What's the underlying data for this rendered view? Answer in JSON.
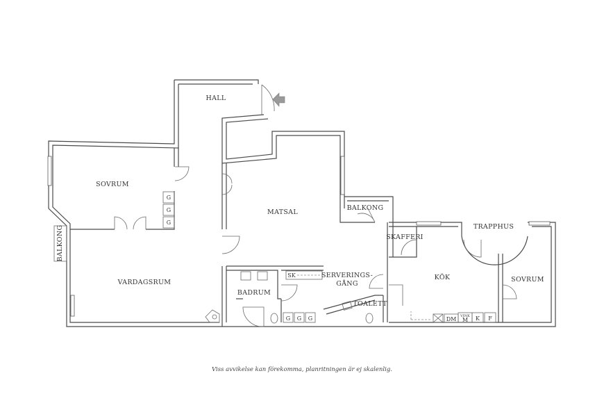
{
  "rooms": {
    "hall": "HALL",
    "sovrum_left": "SOVRUM",
    "matsal": "MATSAL",
    "balkong_top": "BALKONG",
    "balkong_left": "BALKONG",
    "vardagsrum": "VARDAGSRUM",
    "badrum": "BADRUM",
    "serveringsgang_line1": "SERVERINGS-",
    "serveringsgang_line2": "GÅNG",
    "toalett": "TOALETT",
    "skafferi": "SKAFFERI",
    "trapphus": "TRAPPHUS",
    "kok": "KÖK",
    "sovrum_right": "SOVRUM"
  },
  "fixtures": {
    "wardrobe": "G",
    "storage_cabinet": "SK",
    "dishwasher": "DM",
    "vinkyl_line1": "VINK",
    "vinkyl_line2": "M",
    "fridge": "K",
    "freezer": "F"
  },
  "colors": {
    "wall": "#4a4a4a",
    "entrance_arrow": "#9a9a9a",
    "text": "#333333"
  },
  "icons": [
    "entrance-arrow-icon",
    "door-swing-icon",
    "window-icon",
    "sink-icon",
    "toilet-icon",
    "shower-icon",
    "stove-icon"
  ],
  "caption": "Viss avvikelse kan förekomma, planritningen är ej skalenlig."
}
